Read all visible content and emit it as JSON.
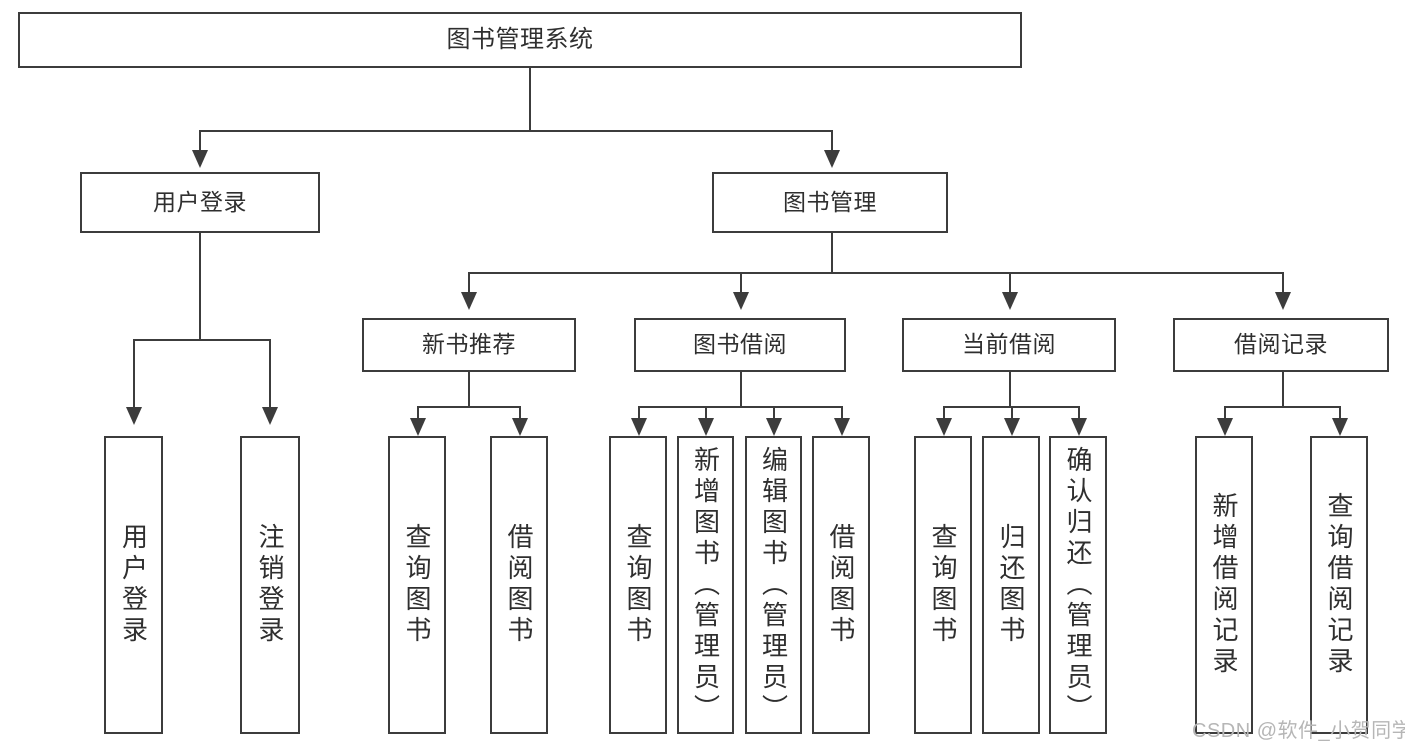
{
  "diagram": {
    "type": "tree-hierarchy-chart",
    "root": {
      "label": "图书管理系统"
    },
    "level2": [
      {
        "label": "用户登录"
      },
      {
        "label": "图书管理"
      }
    ],
    "level3": [
      {
        "label": "新书推荐"
      },
      {
        "label": "图书借阅"
      },
      {
        "label": "当前借阅"
      },
      {
        "label": "借阅记录"
      }
    ],
    "leaves": [
      {
        "label": "用户登录"
      },
      {
        "label": "注销登录"
      },
      {
        "label": "查询图书"
      },
      {
        "label": "借阅图书"
      },
      {
        "label": "查询图书"
      },
      {
        "label": "新增图书（管理员）"
      },
      {
        "label": "编辑图书（管理员）"
      },
      {
        "label": "借阅图书"
      },
      {
        "label": "查询图书"
      },
      {
        "label": "归还图书"
      },
      {
        "label": "确认归还（管理员）"
      },
      {
        "label": "新增借阅记录"
      },
      {
        "label": "查询借阅记录"
      }
    ]
  },
  "watermark": {
    "text": "CSDN @软件_小贺同学"
  },
  "colors": {
    "stroke": "#3c3c3c",
    "text": "#2f2f2f",
    "background": "#ffffff",
    "watermark": "#b6b6b6"
  }
}
